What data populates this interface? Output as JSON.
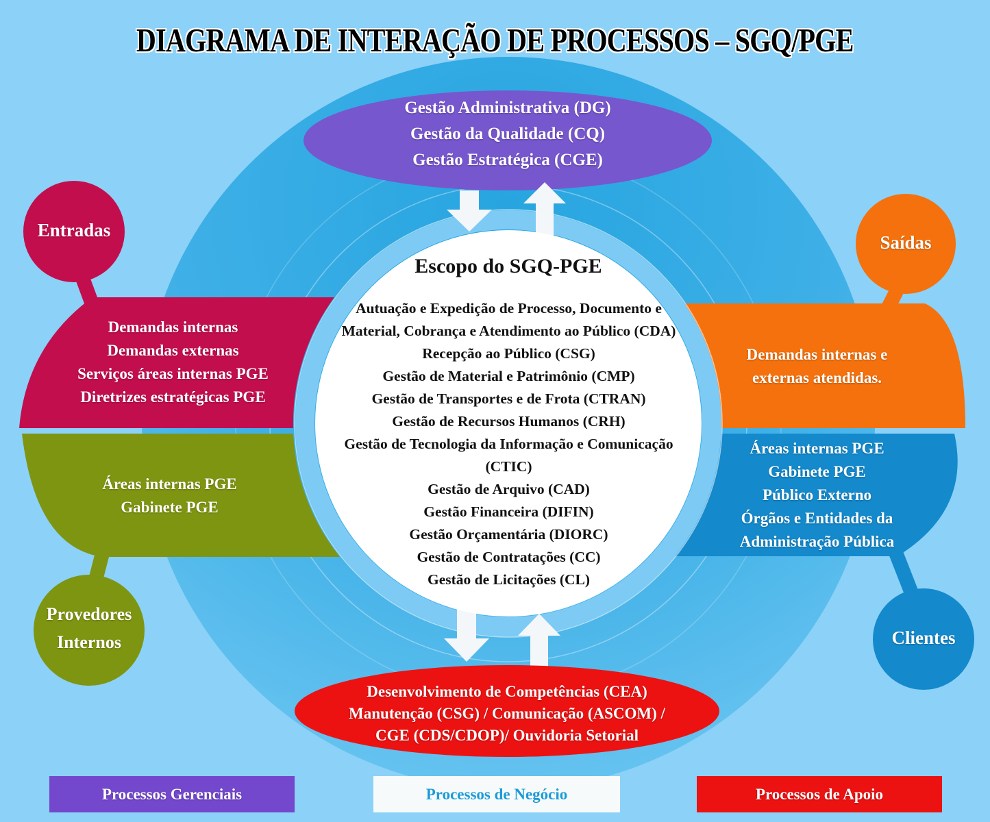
{
  "title": "DIAGRAMA DE INTERAÇÃO DE PROCESSOS – SGQ/PGE",
  "colors": {
    "background": "#8CD1F7",
    "inner_circle_blue_top": "#2BA7E1",
    "inner_circle_blue_bottom": "#68C4F1",
    "management_purple": "#7757CE",
    "entries_crimson": "#C30E4D",
    "providers_olive": "#7E9511",
    "outputs_orange": "#F4710D",
    "clients_blue": "#1489CC",
    "support_red": "#EC1212",
    "legend_purple": "#7348CC",
    "legend_white": "#F7FAFB",
    "legend_blue_text": "#1B9BD7",
    "scope_white": "#FFFFFF",
    "arrow_white": "#F3F7F9"
  },
  "top_ellipse": {
    "lines": [
      "Gestão Administrativa (DG)",
      "Gestão da Qualidade (CQ)",
      "Gestão Estratégica (CGE)"
    ]
  },
  "center": {
    "heading": "Escopo do SGQ-PGE",
    "items": [
      "Autuação e Expedição de Processo, Documento e Material, Cobrança e Atendimento ao Público (CDA)",
      "Recepção ao Público (CSG)",
      "Gestão de Material e Patrimônio (CMP)",
      "Gestão de Transportes e de Frota (CTRAN)",
      "Gestão de Recursos Humanos (CRH)",
      "Gestão de Tecnologia da Informação e Comunicação (CTIC)",
      "Gestão de Arquivo (CAD)",
      "Gestão Financeira (DIFIN)",
      "Gestão Orçamentária (DIORC)",
      "Gestão de Contratações (CC)",
      "Gestão de Licitações (CL)"
    ]
  },
  "entradas": {
    "label": "Entradas",
    "items": [
      "Demandas internas",
      "Demandas externas",
      "Serviços áreas internas PGE",
      "Diretrizes estratégicas PGE"
    ]
  },
  "provedores": {
    "label_lines": [
      "Provedores",
      "Internos"
    ],
    "items": [
      "Áreas internas PGE",
      "Gabinete PGE"
    ]
  },
  "saidas": {
    "label": "Saídas",
    "text": "Demandas internas e externas atendidas."
  },
  "clientes": {
    "label": "Clientes",
    "items": [
      "Áreas internas PGE",
      "Gabinete PGE",
      "Público Externo",
      "Órgãos e Entidades da Administração Pública"
    ]
  },
  "bottom_ellipse": {
    "lines": [
      "Desenvolvimento de Competências (CEA)",
      "Manutenção (CSG) / Comunicação (ASCOM) /",
      "CGE (CDS/CDOP)/ Ouvidoria Setorial"
    ]
  },
  "legend": [
    {
      "label": "Processos Gerenciais"
    },
    {
      "label": "Processos de Negócio"
    },
    {
      "label": "Processos de Apoio"
    }
  ]
}
